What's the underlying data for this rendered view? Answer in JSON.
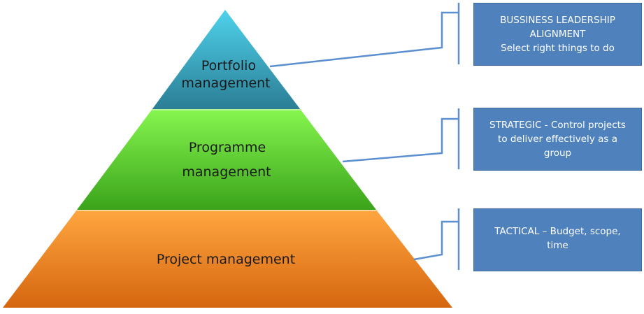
{
  "tiers": {
    "top": {
      "line1": "Portfolio",
      "line2": "management",
      "color_light": "#4fc6e0",
      "color_dark": "#2b7f96"
    },
    "middle": {
      "line1": "Programme",
      "line2": "management",
      "color_light": "#7ff04a",
      "color_dark": "#3fa81c"
    },
    "bottom": {
      "line1": "Project management",
      "color_light": "#ffa23a",
      "color_dark": "#d96a14"
    }
  },
  "boxes": {
    "top": {
      "heading_line1": "BUSSINESS LEADERSHIP",
      "heading_line2": "ALIGNMENT",
      "body": "Select right things to do"
    },
    "middle": {
      "heading": "STRATEGIC",
      "body_line1": " - Control projects",
      "body_line2": "to  deliver effectively as a",
      "body_line3": "group"
    },
    "bottom": {
      "heading": "TACTICAL",
      "body_line1": " – Budget, scope,",
      "body_line2": "time"
    }
  },
  "colors": {
    "box_fill": "#4f81bd",
    "connector": "#5b8fd0"
  }
}
